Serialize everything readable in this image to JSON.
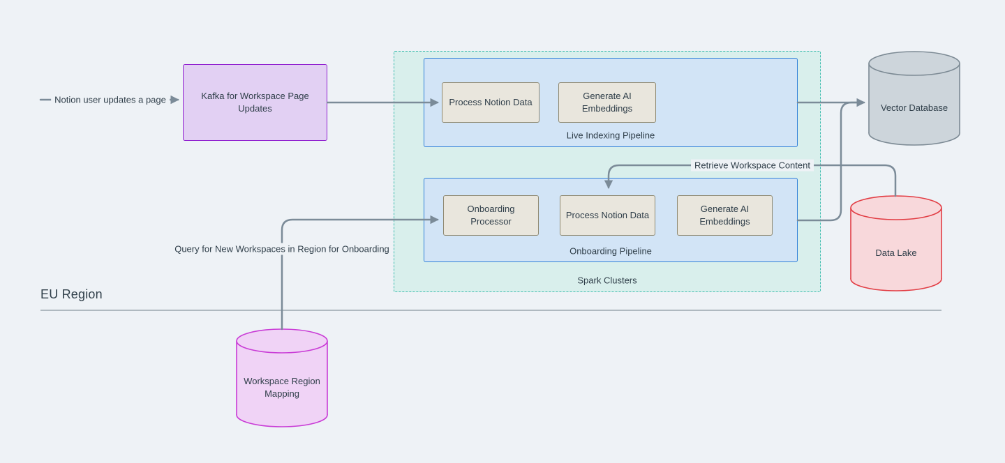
{
  "diagram": {
    "region_label": "EU Region",
    "colors": {
      "bg": "#eef2f6",
      "edge": "#7b8b98",
      "text": "#2f3e49",
      "divider": "#9aa6ae",
      "kafka_fill": "#e2d0f3",
      "kafka_border": "#9122d0",
      "spark_fill": "#d9efec",
      "spark_border": "#3cbcae",
      "pipeline_fill": "#d2e4f6",
      "pipeline_border": "#3080d8",
      "task_fill": "#e9e6dd",
      "task_border": "#8e8870",
      "vector_fill": "#cdd5db",
      "vector_border": "#7c8a94",
      "datalake_fill": "#f8d8db",
      "datalake_border": "#e23d44",
      "mapping_fill": "#f0d3f6",
      "mapping_border": "#c93bd6"
    },
    "nodes": {
      "kafka": "Kafka for Workspace Page Updates",
      "spark_clusters": "Spark Clusters",
      "live_pipeline": "Live Indexing Pipeline",
      "live_process": "Process Notion Data",
      "live_embed": "Generate AI Embeddings",
      "onboarding_pipeline": "Onboarding Pipeline",
      "onboarding_processor": "Onboarding Processor",
      "onboarding_process": "Process Notion Data",
      "onboarding_embed": "Generate AI Embeddings",
      "vector_db": "Vector Database",
      "data_lake": "Data Lake",
      "region_mapping": "Workspace Region Mapping"
    },
    "edge_labels": {
      "user_update": "Notion user updates a page",
      "retrieve": "Retrieve Workspace Content",
      "query": "Query for New Workspaces in Region for Onboarding"
    }
  }
}
